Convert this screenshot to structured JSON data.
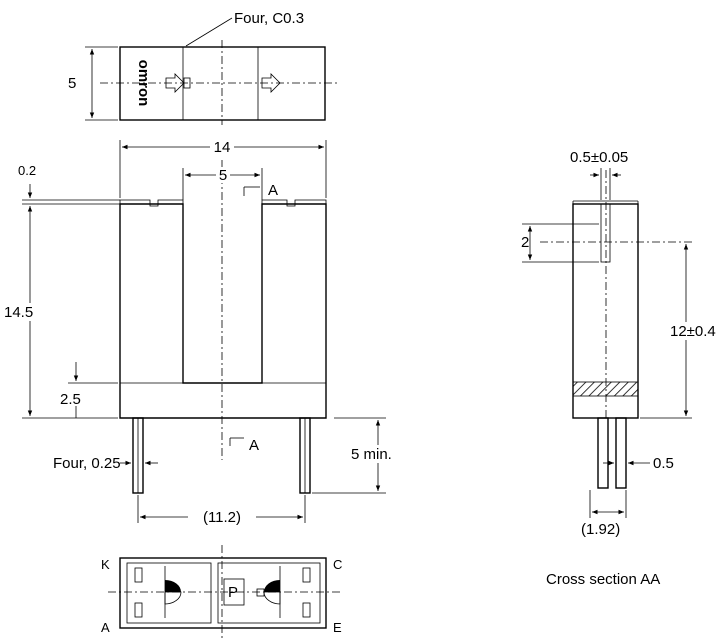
{
  "diagram": {
    "top_view": {
      "chamfer_label": "Four, C0.3",
      "height_label": "5",
      "logo_text": "omron"
    },
    "front_view": {
      "width_label": "14",
      "slot_width_label": "5",
      "section_marker_top": "A",
      "section_marker_bottom": "A",
      "thickness_label": "0.2",
      "height_label": "14.5",
      "base_label": "2.5",
      "lead_width_label": "Four, 0.25",
      "lead_length_label": "5 min.",
      "lead_pitch_label": "(11.2)"
    },
    "bottom_view": {
      "pin_k": "K",
      "pin_a": "A",
      "pin_c": "C",
      "pin_e": "E",
      "element_label": "P"
    },
    "section_view": {
      "aperture_label": "0.5±0.05",
      "aperture_height_label": "2",
      "center_height_label": "12±0.4",
      "lead_width_label": "0.5",
      "lead_pitch_label": "(1.92)",
      "caption": "Cross section AA"
    }
  }
}
